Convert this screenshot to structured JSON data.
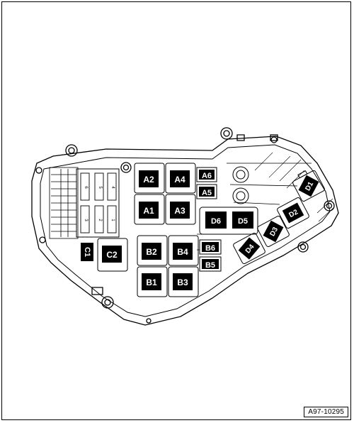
{
  "relays": {
    "a2": "A2",
    "a4": "A4",
    "a1": "A1",
    "a3": "A3",
    "a6": "A6",
    "a5": "A5",
    "b2": "B2",
    "b4": "B4",
    "b1": "B1",
    "b3": "B3",
    "b6": "B6",
    "b5": "B5",
    "c1": "C1",
    "c2": "C2",
    "d1": "D1",
    "d2": "D2",
    "d3": "D3",
    "d4": "D4",
    "d5": "D5",
    "d6": "D6"
  },
  "fuse_numbers": {
    "f6": "6",
    "f5": "5",
    "f4": "4",
    "f3": "3",
    "f2": "2",
    "f1": "1"
  },
  "reference_code": "A97-10295"
}
